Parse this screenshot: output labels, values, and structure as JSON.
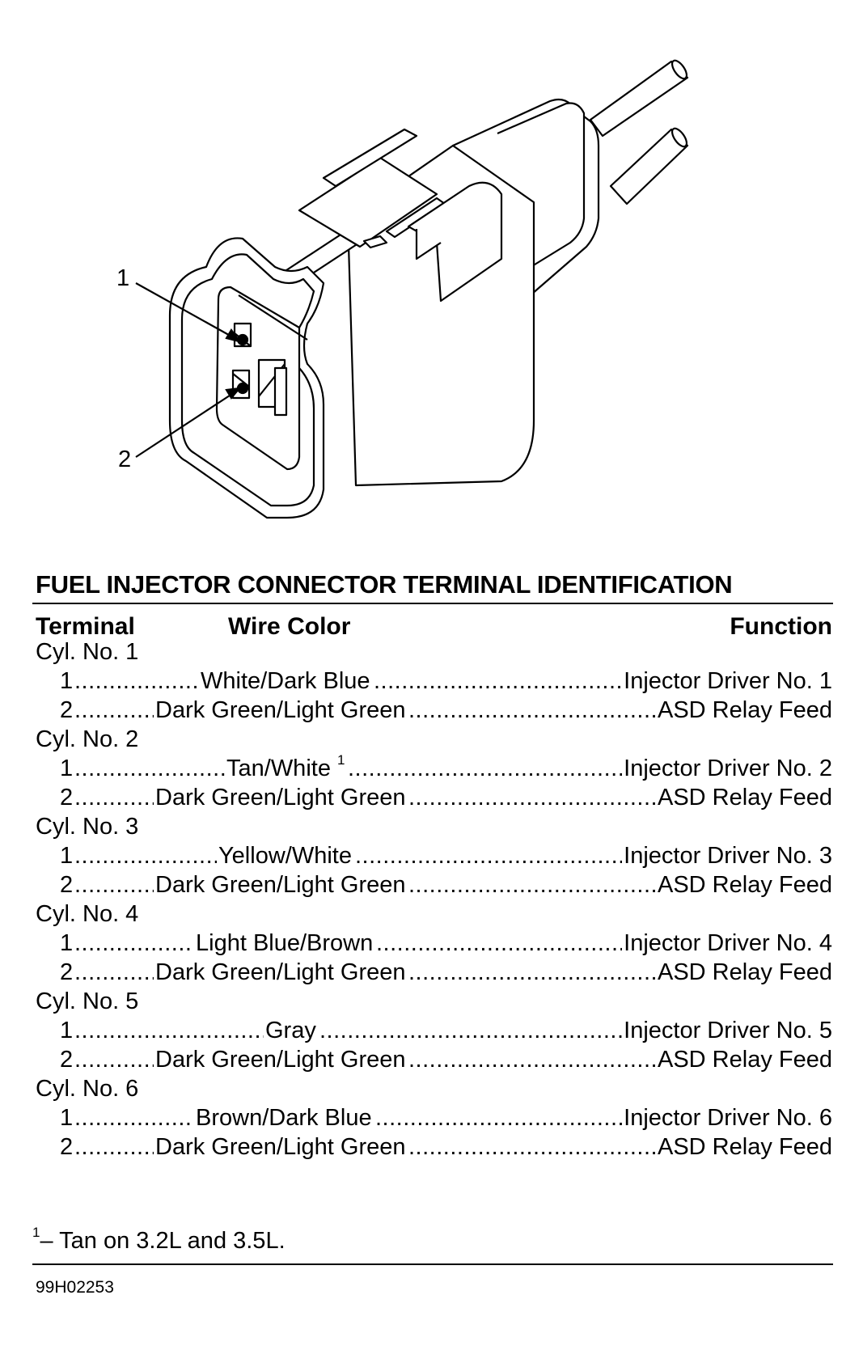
{
  "diagram": {
    "callouts": [
      "1",
      "2"
    ],
    "subject": "fuel-injector-connector"
  },
  "table": {
    "title": "FUEL INJECTOR CONNECTOR TERMINAL IDENTIFICATION",
    "headers": {
      "terminal": "Terminal",
      "wire_color": "Wire Color",
      "function": "Function"
    },
    "groups": [
      {
        "label": "Cyl. No. 1",
        "rows": [
          {
            "terminal": "1",
            "color": "White/Dark Blue",
            "note": "",
            "function": "Injector Driver No. 1"
          },
          {
            "terminal": "2",
            "color": "Dark Green/Light Green",
            "note": "",
            "function": "ASD Relay Feed"
          }
        ]
      },
      {
        "label": "Cyl. No. 2",
        "rows": [
          {
            "terminal": "1",
            "color": "Tan/White",
            "note": "1",
            "function": "Injector Driver No. 2"
          },
          {
            "terminal": "2",
            "color": "Dark Green/Light Green",
            "note": "",
            "function": "ASD Relay Feed"
          }
        ]
      },
      {
        "label": "Cyl. No. 3",
        "rows": [
          {
            "terminal": "1",
            "color": "Yellow/White",
            "note": "",
            "function": "Injector Driver No. 3"
          },
          {
            "terminal": "2",
            "color": "Dark Green/Light Green",
            "note": "",
            "function": "ASD Relay Feed"
          }
        ]
      },
      {
        "label": "Cyl. No. 4",
        "rows": [
          {
            "terminal": "1",
            "color": "Light Blue/Brown",
            "note": "",
            "function": "Injector Driver No. 4"
          },
          {
            "terminal": "2",
            "color": "Dark Green/Light Green",
            "note": "",
            "function": "ASD Relay Feed"
          }
        ]
      },
      {
        "label": "Cyl. No. 5",
        "rows": [
          {
            "terminal": "1",
            "color": "Gray",
            "note": "",
            "function": "Injector Driver No. 5"
          },
          {
            "terminal": "2",
            "color": "Dark Green/Light Green",
            "note": "",
            "function": "ASD Relay Feed"
          }
        ]
      },
      {
        "label": "Cyl. No. 6",
        "rows": [
          {
            "terminal": "1",
            "color": "Brown/Dark Blue",
            "note": "",
            "function": "Injector Driver No. 6"
          },
          {
            "terminal": "2",
            "color": "Dark Green/Light Green",
            "note": "",
            "function": "ASD Relay Feed"
          }
        ]
      }
    ],
    "footnote": {
      "mark": "1",
      "text": "– Tan on 3.2L and 3.5L."
    }
  },
  "figure_id": "99H02253"
}
